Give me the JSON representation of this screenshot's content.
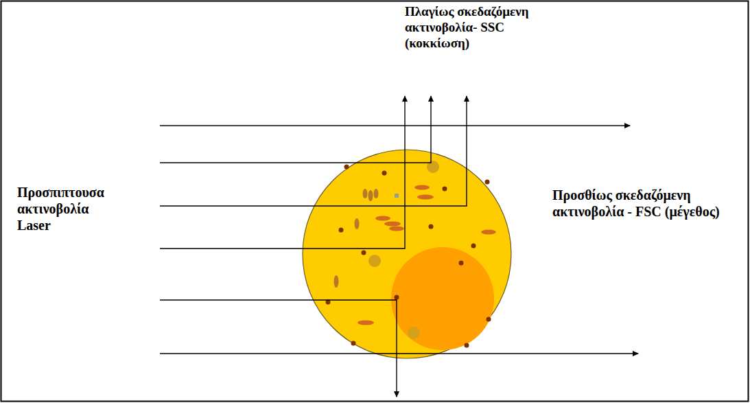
{
  "diagram": {
    "labels": [
      "Πλαγίως σκεδαζόμενη ακτινοβολία- SSC (κοκκίωση)",
      "Προσπιπτουσα ακτινοβολία Laser",
      "Προσθίως σκεδαζόμενη ακτινοβολία - FSC (μέγεθος)"
    ]
  }
}
